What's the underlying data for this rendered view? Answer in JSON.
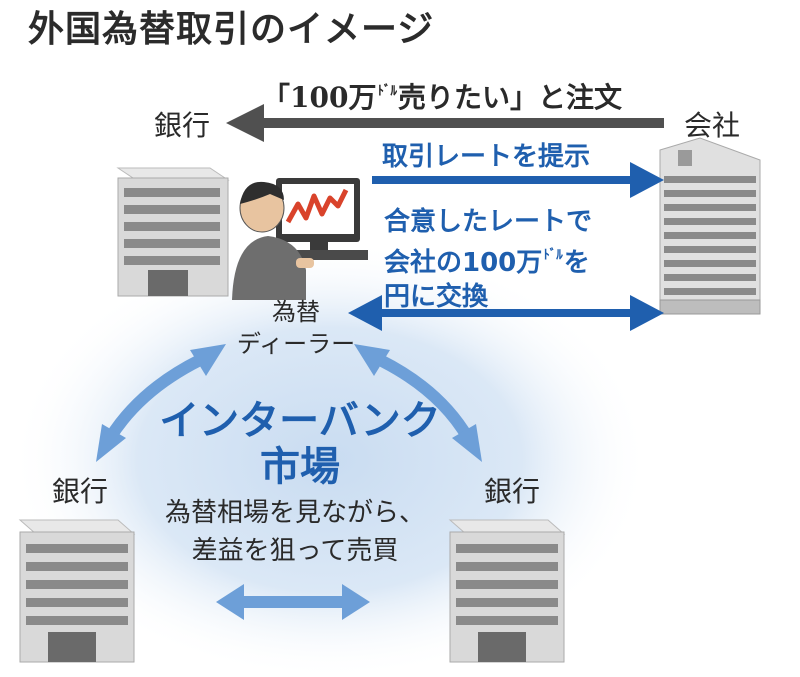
{
  "title": "外国為替取引のイメージ",
  "order": {
    "pre": "「100万",
    "sup": "ﾄﾞﾙ",
    "post": "売りたい」と注文"
  },
  "rate_offer": "取引レートを提示",
  "agreed": {
    "line1": "合意したレートで",
    "line2_pre": "会社の100万",
    "line2_sup": "ﾄﾞﾙ",
    "line2_post": "を",
    "line3": "円に交換"
  },
  "nodes": {
    "bank_top": "銀行",
    "company": "会社",
    "dealer_line1": "為替",
    "dealer_line2": "ディーラー",
    "bank_left": "銀行",
    "bank_right": "銀行"
  },
  "interbank": {
    "line1": "インターバンク",
    "line2": "市場"
  },
  "trading": {
    "line1": "為替相場を見ながら、",
    "line2": "差益を狙って売買"
  },
  "colors": {
    "gray_arrow": "#505050",
    "blue_arrow": "#1f5fae",
    "light_arrow": "#6d9fd8",
    "glow": "#dbe8f6",
    "building": "#d9d9d9",
    "window_stripe": "#8a8a8a"
  }
}
